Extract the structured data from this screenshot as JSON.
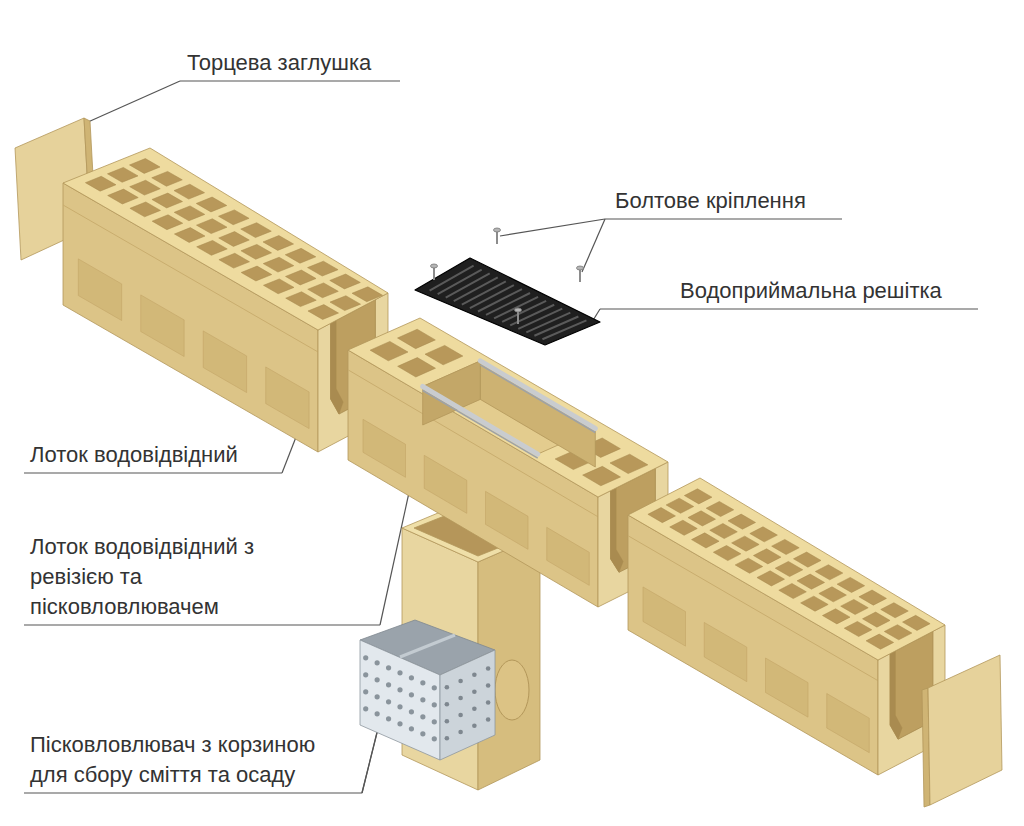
{
  "diagram": {
    "labels": [
      "Торцева заглушка",
      "Болтове кріплення",
      "Водоприймальна решітка",
      "Лоток водовідвідний",
      "Лоток водовідвідний з ревізією та пісковловлювачем",
      "Пісковловлювач з корзиною для сбору сміття та осаду"
    ]
  }
}
